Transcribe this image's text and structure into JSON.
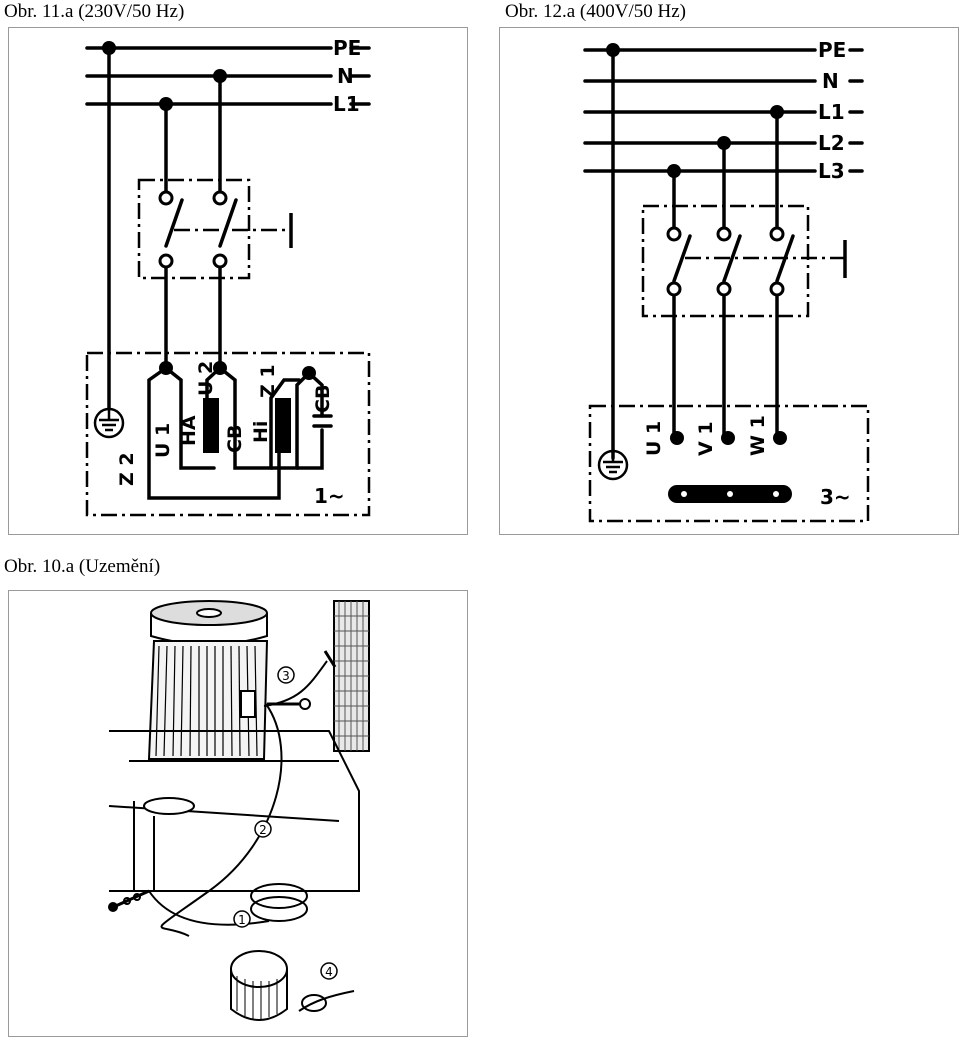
{
  "captions": {
    "fig11": "Obr. 11.a (230V/50 Hz)",
    "fig12": "Obr. 12.a (400V/50 Hz)",
    "fig10": "Obr. 10.a (Uzemění)"
  },
  "fig11": {
    "lines": [
      "PE",
      "N",
      "L1"
    ],
    "terminals": [
      "Z 2",
      "U 1",
      "U 2",
      "Z 1",
      "HA",
      "CB",
      "Hi",
      "CB"
    ],
    "phase_mark": "1~"
  },
  "fig12": {
    "lines": [
      "PE",
      "N",
      "L1",
      "L2",
      "L3"
    ],
    "terminals": [
      "U 1",
      "V 1",
      "W 1"
    ],
    "phase_mark": "3~"
  },
  "fig10": {
    "callouts": [
      "1",
      "2",
      "3",
      "4"
    ]
  },
  "colors": {
    "ink": "#000000",
    "frame": "#9a9a9a"
  }
}
